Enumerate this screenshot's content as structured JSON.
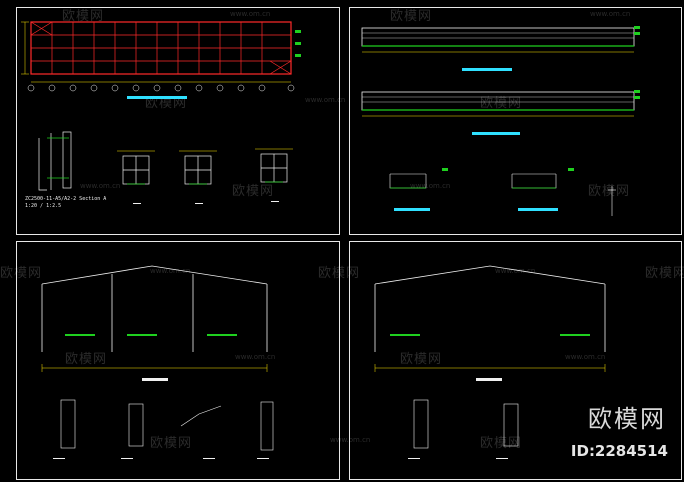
{
  "watermark": {
    "text": "欧模网",
    "url": "www.om.cn"
  },
  "brand": {
    "name": "欧模网",
    "id": "ID:2284514"
  },
  "sheets": {
    "top_left": {
      "note": "ZC2500-11-A5/A2-2 Section A",
      "note_sub": "1:20 / 1:2.5"
    },
    "colors": {
      "frame": "#e8e8e8",
      "red": "#ff2a2a",
      "green": "#1fd01f",
      "cyan": "#2fe0ff",
      "yellow": "#ffe600",
      "white": "#f0f0f0",
      "magenta": "#c833ff"
    }
  }
}
